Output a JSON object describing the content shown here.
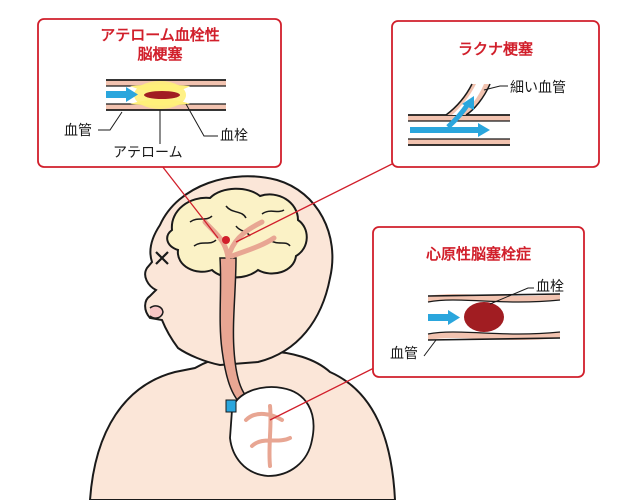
{
  "colors": {
    "accent": "#d11f2b",
    "arrow": "#2aa6dd",
    "vessel_wall": "#f2c3b0",
    "vessel_outline": "#1a1a1a",
    "blood": "#a11d22",
    "brain": "#fbf2c6",
    "atheroma": "#fff07a",
    "skin": "#fbe6d8",
    "artery": "#e8a693"
  },
  "panels": {
    "atheroma": {
      "title_line1": "アテローム血栓性",
      "title_line2": "脳梗塞",
      "label_vessel": "血管",
      "label_atheroma": "アテローム",
      "label_thrombus": "血栓"
    },
    "lacunar": {
      "title": "ラクナ梗塞",
      "label_small_vessel": "細い血管"
    },
    "cardioembolic": {
      "title": "心原性脳塞栓症",
      "label_thrombus": "血栓",
      "label_vessel": "血管"
    }
  },
  "icons": {
    "eye": "cross-mark-icon"
  }
}
